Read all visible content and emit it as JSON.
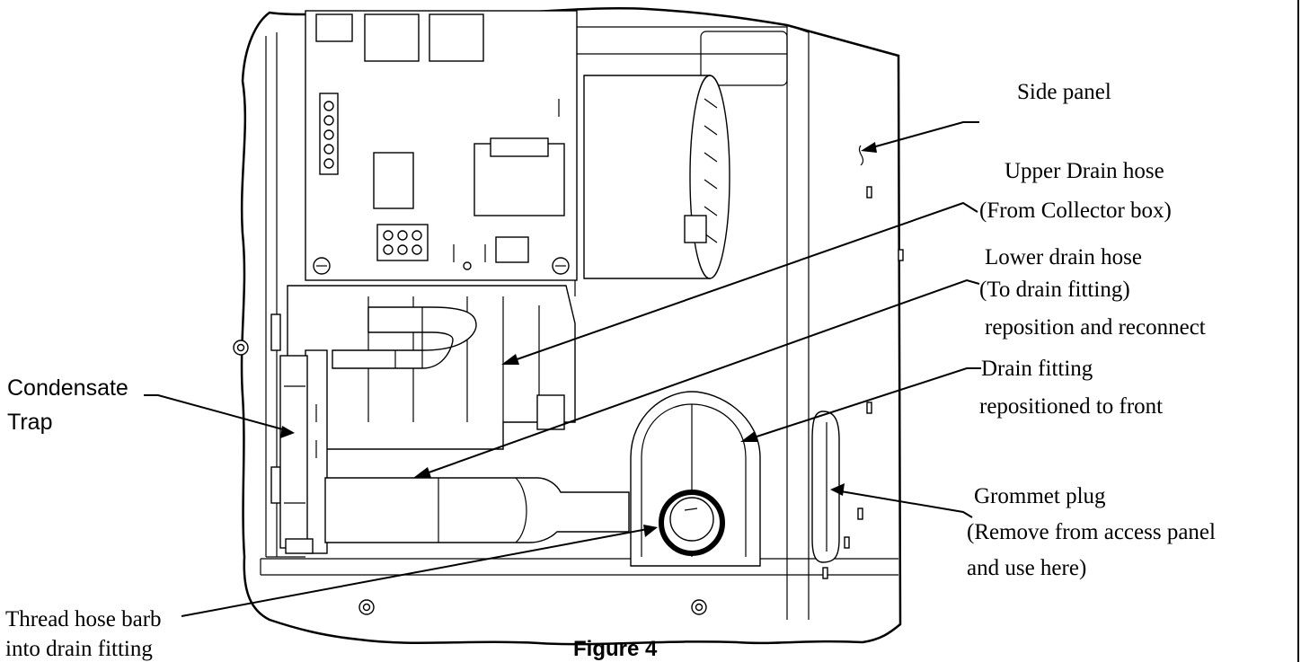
{
  "labels": {
    "side_panel": "Side panel",
    "upper_drain_hose_1": "Upper Drain hose",
    "upper_drain_hose_2": "(From Collector box)",
    "lower_drain_hose_1": "Lower drain hose",
    "lower_drain_hose_2": "(To drain fitting)",
    "lower_drain_hose_3": "reposition and reconnect",
    "drain_fitting_1": "Drain fitting",
    "drain_fitting_2": "repositioned to front",
    "grommet_plug_1": "Grommet plug",
    "grommet_plug_2": "(Remove from access panel",
    "grommet_plug_3": "and use here)",
    "condensate_trap_1": "Condensate",
    "condensate_trap_2": "Trap",
    "thread_hose_barb_1": "Thread hose barb",
    "thread_hose_barb_2": "into drain fitting"
  },
  "caption": "Figure 4"
}
